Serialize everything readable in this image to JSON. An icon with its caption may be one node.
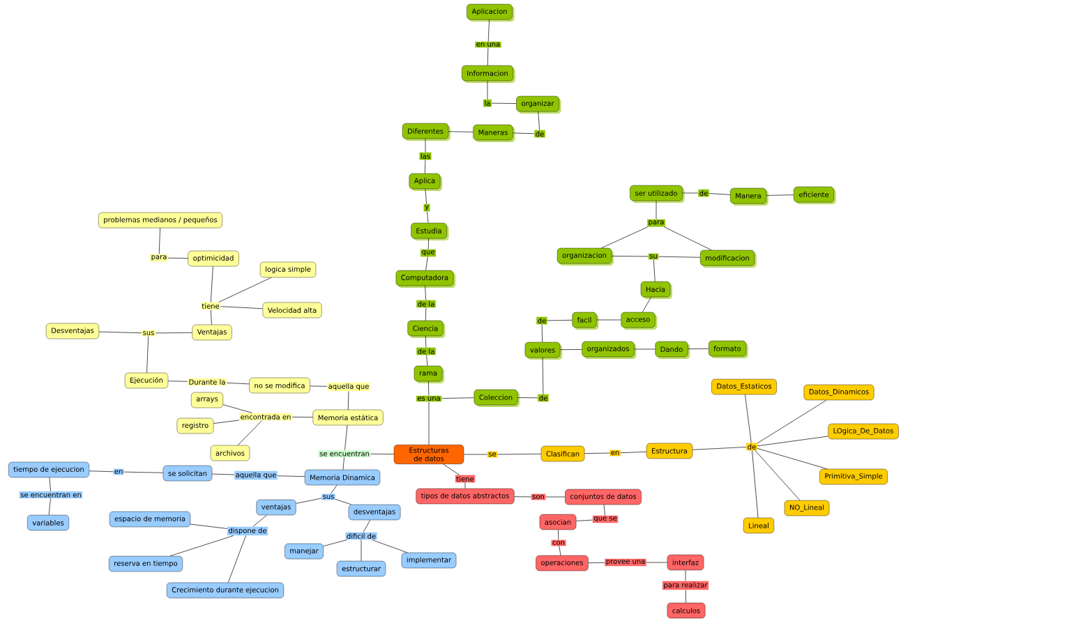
{
  "diagram": {
    "nodes": [
      {
        "text": [
          "Aplicacion"
        ]
      },
      {
        "text": [
          "en una"
        ]
      },
      {
        "text": [
          "Informacion"
        ]
      },
      {
        "text": [
          "la"
        ]
      },
      {
        "text": [
          "organizar"
        ]
      },
      {
        "text": [
          "de"
        ]
      },
      {
        "text": [
          "Maneras"
        ]
      },
      {
        "text": [
          "Diferentes"
        ]
      },
      {
        "text": [
          "las"
        ]
      },
      {
        "text": [
          "Aplica"
        ]
      },
      {
        "text": [
          "y"
        ]
      },
      {
        "text": [
          "Estudia"
        ]
      },
      {
        "text": [
          "que"
        ]
      },
      {
        "text": [
          "Computadora"
        ]
      },
      {
        "text": [
          "de la"
        ]
      },
      {
        "text": [
          "Ciencia"
        ]
      },
      {
        "text": [
          "de la"
        ]
      },
      {
        "text": [
          "rama"
        ]
      },
      {
        "text": [
          "es una"
        ]
      },
      {
        "text": [
          "Coleccion"
        ]
      },
      {
        "text": [
          "de"
        ]
      },
      {
        "text": [
          "valores"
        ]
      },
      {
        "text": [
          "de"
        ]
      },
      {
        "text": [
          "facil"
        ]
      },
      {
        "text": [
          "acceso"
        ]
      },
      {
        "text": [
          "Hacia"
        ]
      },
      {
        "text": [
          "su"
        ]
      },
      {
        "text": [
          "organizacion"
        ]
      },
      {
        "text": [
          "modificacion"
        ]
      },
      {
        "text": [
          "para"
        ]
      },
      {
        "text": [
          "ser utilizado"
        ]
      },
      {
        "text": [
          "de"
        ]
      },
      {
        "text": [
          "Manera"
        ]
      },
      {
        "text": [
          "eficiente"
        ]
      },
      {
        "text": [
          "organizados"
        ]
      },
      {
        "text": [
          "Dando"
        ]
      },
      {
        "text": [
          "formato"
        ]
      },
      {
        "text": [
          "Estructuras de datos"
        ]
      },
      {
        "text": [
          "se"
        ]
      },
      {
        "text": [
          "Clasifican"
        ]
      },
      {
        "text": [
          "en"
        ]
      },
      {
        "text": [
          "Estructura"
        ]
      },
      {
        "text": [
          "de"
        ]
      },
      {
        "text": [
          "Datos_Estaticos"
        ]
      },
      {
        "text": [
          "Datos_Dinamicos"
        ]
      },
      {
        "text": [
          "LOgica_De_Datos"
        ]
      },
      {
        "text": [
          "Primitiva_Simple"
        ]
      },
      {
        "text": [
          "NO_Lineal"
        ]
      },
      {
        "text": [
          "Lineal"
        ]
      },
      {
        "text": [
          "tiene"
        ]
      },
      {
        "text": [
          "tipos de datos abstractos"
        ]
      },
      {
        "text": [
          "son"
        ]
      },
      {
        "text": [
          "conjuntos de datos"
        ]
      },
      {
        "text": [
          "que se"
        ]
      },
      {
        "text": [
          "asocian"
        ]
      },
      {
        "text": [
          "con"
        ]
      },
      {
        "text": [
          "operaciones"
        ]
      },
      {
        "text": [
          "provee una"
        ]
      },
      {
        "text": [
          "interfaz"
        ]
      },
      {
        "text": [
          "para realizar"
        ]
      },
      {
        "text": [
          "calculos"
        ]
      },
      {
        "text": [
          "problemas medianos / pequeños"
        ]
      },
      {
        "text": [
          "para"
        ]
      },
      {
        "text": [
          "optimicidad"
        ]
      },
      {
        "text": [
          "logica simple"
        ]
      },
      {
        "text": [
          "tiene"
        ]
      },
      {
        "text": [
          "Velocidad alta"
        ]
      },
      {
        "text": [
          "Desventajas"
        ]
      },
      {
        "text": [
          "sus"
        ]
      },
      {
        "text": [
          "Ventajas"
        ]
      },
      {
        "text": [
          "Ejecución"
        ]
      },
      {
        "text": [
          "Durante la"
        ]
      },
      {
        "text": [
          "no se modifica"
        ]
      },
      {
        "text": [
          "aquella que"
        ]
      },
      {
        "text": [
          "arrays"
        ]
      },
      {
        "text": [
          "registro"
        ]
      },
      {
        "text": [
          "encontrada en"
        ]
      },
      {
        "text": [
          "Memoria estática"
        ]
      },
      {
        "text": [
          "archivos"
        ]
      },
      {
        "text": [
          "se encuentran"
        ]
      },
      {
        "text": [
          "tiempo de ejecucion"
        ]
      },
      {
        "text": [
          "en"
        ]
      },
      {
        "text": [
          "se solicitan"
        ]
      },
      {
        "text": [
          "aquella que"
        ]
      },
      {
        "text": [
          "Memoria Dinamica"
        ]
      },
      {
        "text": [
          "se encuentran en"
        ]
      },
      {
        "text": [
          "variables"
        ]
      },
      {
        "text": [
          "sus"
        ]
      },
      {
        "text": [
          "ventajas"
        ]
      },
      {
        "text": [
          "desventajas"
        ]
      },
      {
        "text": [
          "espacio de memoria"
        ]
      },
      {
        "text": [
          "dispone de"
        ]
      },
      {
        "text": [
          "dificil de"
        ]
      },
      {
        "text": [
          "manejar"
        ]
      },
      {
        "text": [
          "implementar"
        ]
      },
      {
        "text": [
          "reserva en tiempo"
        ]
      },
      {
        "text": [
          "estructurar"
        ]
      },
      {
        "text": [
          "Crecimiento durante ejecucion"
        ]
      }
    ],
    "edges": [
      {
        "from": 0,
        "to": 1,
        "arrow": "none"
      },
      {
        "from": 1,
        "to": 2,
        "arrow": "none"
      },
      {
        "from": 2,
        "to": 3,
        "arrow": "none"
      },
      {
        "from": 3,
        "to": 4,
        "arrow": "none"
      },
      {
        "from": 4,
        "to": 5,
        "arrow": "none"
      },
      {
        "from": 5,
        "to": 6,
        "arrow": "none"
      },
      {
        "from": 6,
        "to": 7,
        "arrow": "none"
      },
      {
        "from": 7,
        "to": 8,
        "arrow": "none"
      },
      {
        "from": 8,
        "to": 9,
        "arrow": "none"
      },
      {
        "from": 9,
        "to": 10,
        "arrow": "none"
      },
      {
        "from": 10,
        "to": 11,
        "arrow": "none"
      },
      {
        "from": 11,
        "to": 12,
        "arrow": "none"
      },
      {
        "from": 12,
        "to": 13,
        "arrow": "none"
      },
      {
        "from": 13,
        "to": 14,
        "arrow": "none"
      },
      {
        "from": 14,
        "to": 15,
        "arrow": "none"
      },
      {
        "from": 15,
        "to": 16,
        "arrow": "none"
      },
      {
        "from": 16,
        "to": 17,
        "arrow": "none"
      },
      {
        "from": 17,
        "to": 18,
        "arrow": "none"
      },
      {
        "from": 18,
        "to": 19,
        "arrow": "none"
      },
      {
        "from": 18,
        "to": 37,
        "arrow": "none"
      },
      {
        "from": 19,
        "to": 20,
        "arrow": "none"
      },
      {
        "from": 20,
        "to": 21,
        "arrow": "none"
      },
      {
        "from": 21,
        "to": 22,
        "arrow": "none"
      },
      {
        "from": 22,
        "to": 23,
        "arrow": "none"
      },
      {
        "from": 23,
        "to": 24,
        "arrow": "none"
      },
      {
        "from": 24,
        "to": 25,
        "arrow": "none"
      },
      {
        "from": 25,
        "to": 26,
        "arrow": "none"
      },
      {
        "from": 26,
        "to": 27,
        "arrow": "none"
      },
      {
        "from": 26,
        "to": 28,
        "arrow": "none"
      },
      {
        "from": 27,
        "to": 29,
        "arrow": "none"
      },
      {
        "from": 28,
        "to": 29,
        "arrow": "none"
      },
      {
        "from": 29,
        "to": 30,
        "arrow": "none"
      },
      {
        "from": 30,
        "to": 31,
        "arrow": "none"
      },
      {
        "from": 31,
        "to": 32,
        "arrow": "none"
      },
      {
        "from": 32,
        "to": 33,
        "arrow": "none"
      },
      {
        "from": 21,
        "to": 34,
        "arrow": "none"
      },
      {
        "from": 34,
        "to": 35,
        "arrow": "none"
      },
      {
        "from": 35,
        "to": 36,
        "arrow": "none"
      },
      {
        "from": 37,
        "to": 38,
        "arrow": "none"
      },
      {
        "from": 38,
        "to": 39,
        "arrow": "none"
      },
      {
        "from": 39,
        "to": 40,
        "arrow": "none"
      },
      {
        "from": 40,
        "to": 41,
        "arrow": "none"
      },
      {
        "from": 41,
        "to": 42,
        "arrow": "none"
      },
      {
        "from": 42,
        "to": 43,
        "arrow": "none"
      },
      {
        "from": 42,
        "to": 44,
        "arrow": "none"
      },
      {
        "from": 42,
        "to": 45,
        "arrow": "none"
      },
      {
        "from": 42,
        "to": 46,
        "arrow": "none"
      },
      {
        "from": 42,
        "to": 47,
        "arrow": "none"
      },
      {
        "from": 42,
        "to": 48,
        "arrow": "none"
      },
      {
        "from": 37,
        "to": 49,
        "arrow": "none"
      },
      {
        "from": 49,
        "to": 50,
        "arrow": "none"
      },
      {
        "from": 50,
        "to": 51,
        "arrow": "none"
      },
      {
        "from": 51,
        "to": 52,
        "arrow": "none"
      },
      {
        "from": 52,
        "to": 53,
        "arrow": "none"
      },
      {
        "from": 53,
        "to": 54,
        "arrow": "none"
      },
      {
        "from": 54,
        "to": 55,
        "arrow": "none"
      },
      {
        "from": 55,
        "to": 56,
        "arrow": "none"
      },
      {
        "from": 56,
        "to": 57,
        "arrow": "none"
      },
      {
        "from": 57,
        "to": 58,
        "arrow": "none"
      },
      {
        "from": 58,
        "to": 59,
        "arrow": "none"
      },
      {
        "from": 59,
        "to": 60,
        "arrow": "none"
      },
      {
        "from": 61,
        "to": 62,
        "arrow": "none"
      },
      {
        "from": 62,
        "to": 63,
        "arrow": "none"
      },
      {
        "from": 63,
        "to": 65,
        "arrow": "none"
      },
      {
        "from": 65,
        "to": 64,
        "arrow": "none"
      },
      {
        "from": 65,
        "to": 66,
        "arrow": "none"
      },
      {
        "from": 65,
        "to": 69,
        "arrow": "none"
      },
      {
        "from": 69,
        "to": 68,
        "arrow": "none"
      },
      {
        "from": 68,
        "to": 67,
        "arrow": "none"
      },
      {
        "from": 68,
        "to": 70,
        "arrow": "none"
      },
      {
        "from": 70,
        "to": 71,
        "arrow": "none"
      },
      {
        "from": 71,
        "to": 72,
        "arrow": "none"
      },
      {
        "from": 72,
        "to": 73,
        "arrow": "none"
      },
      {
        "from": 73,
        "to": 77,
        "arrow": "none"
      },
      {
        "from": 77,
        "to": 76,
        "arrow": "none"
      },
      {
        "from": 76,
        "to": 74,
        "arrow": "none"
      },
      {
        "from": 76,
        "to": 75,
        "arrow": "none"
      },
      {
        "from": 76,
        "to": 78,
        "arrow": "none"
      },
      {
        "from": 77,
        "to": 79,
        "arrow": "none"
      },
      {
        "from": 79,
        "to": 37,
        "arrow": "none"
      },
      {
        "from": 79,
        "to": 84,
        "arrow": "none"
      },
      {
        "from": 84,
        "to": 83,
        "arrow": "none"
      },
      {
        "from": 83,
        "to": 82,
        "arrow": "none"
      },
      {
        "from": 82,
        "to": 81,
        "arrow": "none"
      },
      {
        "from": 81,
        "to": 80,
        "arrow": "none"
      },
      {
        "from": 80,
        "to": 85,
        "arrow": "none"
      },
      {
        "from": 85,
        "to": 86,
        "arrow": "none"
      },
      {
        "from": 84,
        "to": 87,
        "arrow": "none"
      },
      {
        "from": 87,
        "to": 88,
        "arrow": "none"
      },
      {
        "from": 87,
        "to": 89,
        "arrow": "none"
      },
      {
        "from": 88,
        "to": 91,
        "arrow": "none"
      },
      {
        "from": 91,
        "to": 90,
        "arrow": "none"
      },
      {
        "from": 91,
        "to": 95,
        "arrow": "none"
      },
      {
        "from": 91,
        "to": 97,
        "arrow": "none"
      },
      {
        "from": 89,
        "to": 92,
        "arrow": "none"
      },
      {
        "from": 92,
        "to": 93,
        "arrow": "none"
      },
      {
        "from": 92,
        "to": 96,
        "arrow": "none"
      },
      {
        "from": 92,
        "to": 94,
        "arrow": "none"
      }
    ]
  }
}
